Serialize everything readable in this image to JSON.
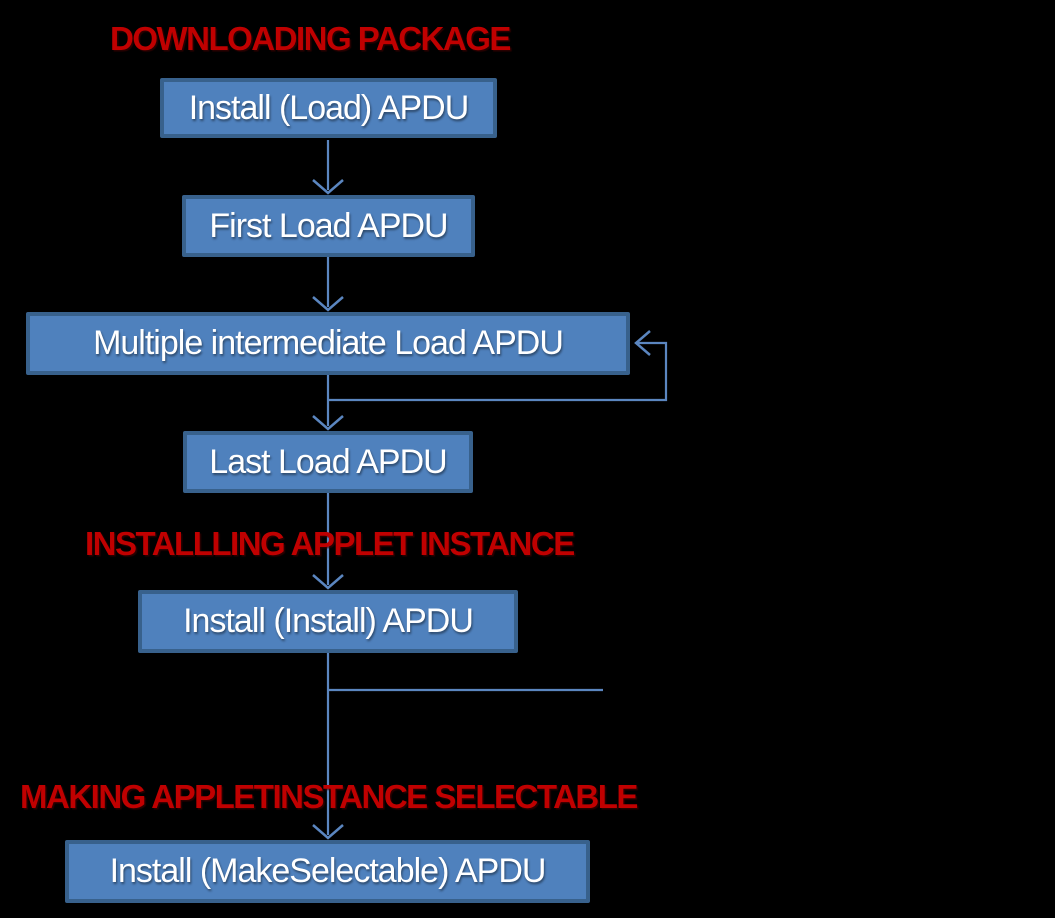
{
  "colors": {
    "background": "#000000",
    "box_fill": "#4f81bd",
    "box_border": "#38618c",
    "connector_line": "#5b86c0",
    "heading_red": "#c00000",
    "box_text": "#ffffff"
  },
  "headings": [
    {
      "id": "downloading-package",
      "label": "DOWNLOADING PACKAGE"
    },
    {
      "id": "installing-applet-instance",
      "label": "INSTALLLING APPLET INSTANCE"
    },
    {
      "id": "making-applet-instance-selectable",
      "label": "MAKING APPLETINSTANCE SELECTABLE"
    }
  ],
  "boxes": [
    {
      "id": "install-load",
      "label": "Install (Load) APDU"
    },
    {
      "id": "first-load",
      "label": "First Load APDU"
    },
    {
      "id": "multiple-intermediate-load",
      "label": "Multiple intermediate Load APDU"
    },
    {
      "id": "last-load",
      "label": "Last Load APDU"
    },
    {
      "id": "install-install",
      "label": "Install (Install) APDU"
    },
    {
      "id": "install-makeselectable",
      "label": "Install (MakeSelectable) APDU"
    }
  ],
  "edges": [
    {
      "from": "install-load",
      "to": "first-load",
      "type": "arrow-down"
    },
    {
      "from": "first-load",
      "to": "multiple-intermediate-load",
      "type": "arrow-down"
    },
    {
      "from": "multiple-intermediate-load",
      "to": "multiple-intermediate-load",
      "type": "self-loop-right"
    },
    {
      "from": "multiple-intermediate-load",
      "to": "last-load",
      "type": "arrow-down"
    },
    {
      "from": "last-load",
      "to": "install-install",
      "type": "arrow-down"
    },
    {
      "from": "install-install",
      "to": "install-makeselectable",
      "type": "arrow-down"
    },
    {
      "from": "install-install",
      "to": "",
      "type": "branch-line-right-truncated"
    }
  ]
}
